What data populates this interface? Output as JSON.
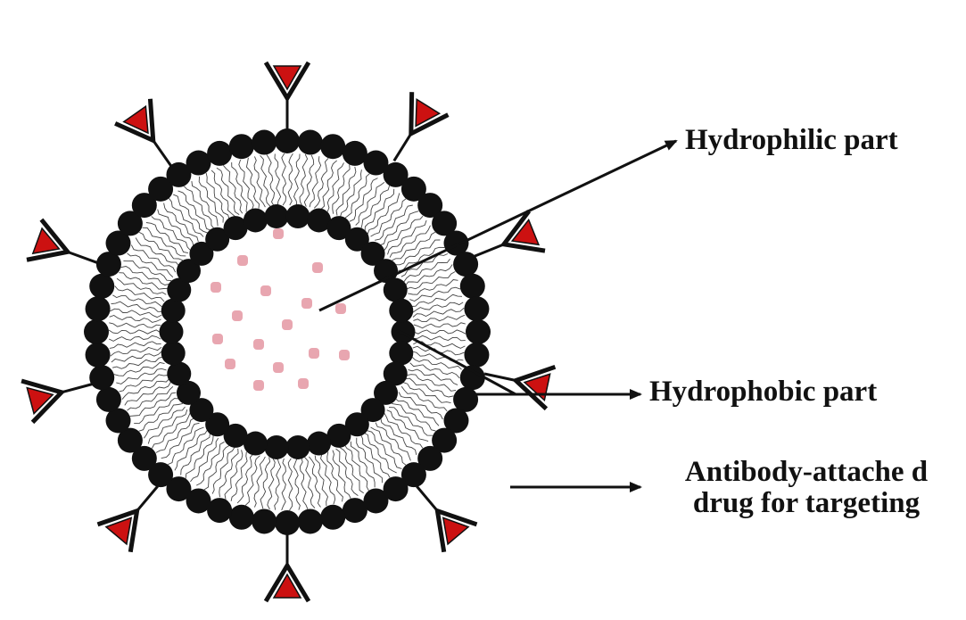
{
  "labels": {
    "hydrophilic": "Hydrophilic part",
    "hydrophobic": "Hydrophobic part",
    "antibody_line1": "Antibody-attache d",
    "antibody_line2": "drug for targeting"
  },
  "colors": {
    "head": "#111111",
    "tail": "#444444",
    "drug": "#e8a6b0",
    "antibody_fill": "#cc1111",
    "antibody_outline": "#111111",
    "arrow": "#111111"
  },
  "icons": {
    "lipid_head": "lipid-head-icon",
    "antibody": "antibody-icon",
    "drug": "drug-molecule-icon"
  }
}
